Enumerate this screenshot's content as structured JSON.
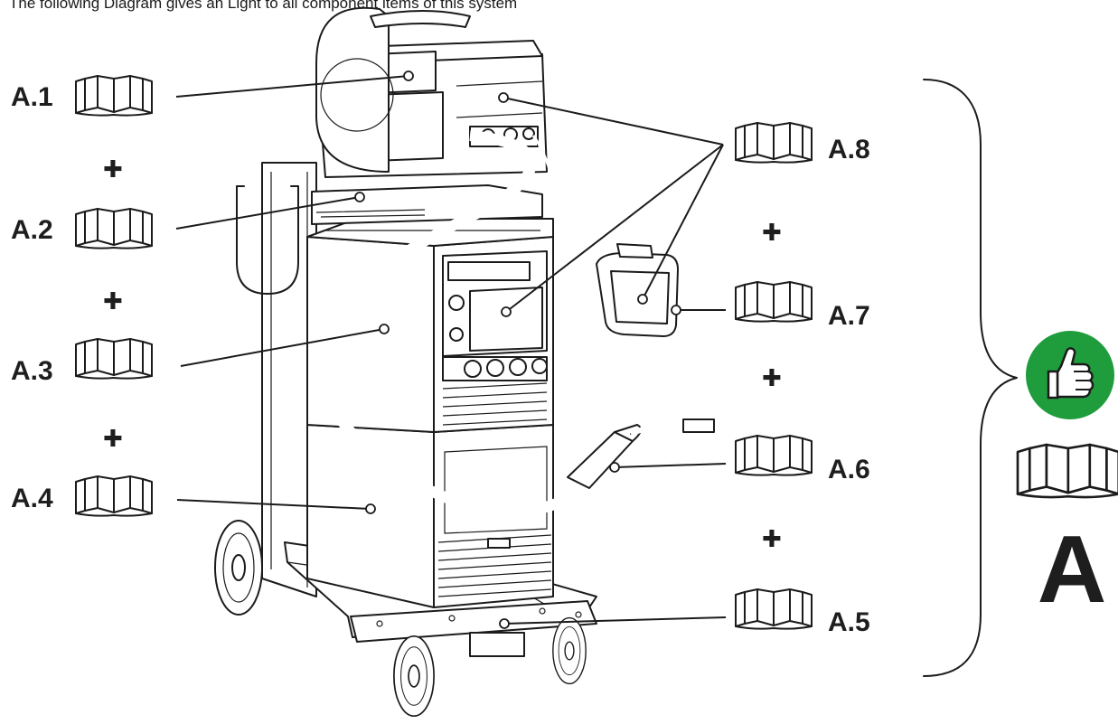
{
  "caption": "The following Diagram gives an Light to all component items of this system",
  "labels": {
    "a1": "A.1",
    "a2": "A.2",
    "a3": "A.3",
    "a4": "A.4",
    "a5": "A.5",
    "a6": "A.6",
    "a7": "A.7",
    "a8": "A.8"
  },
  "plus": "✚",
  "summary_letter": "A",
  "icons": {
    "manual": "open-manual-icon",
    "approval": "thumbs-up-icon"
  },
  "colors": {
    "approval_green": "#1f9d3d",
    "line": "#1b1b1b"
  }
}
